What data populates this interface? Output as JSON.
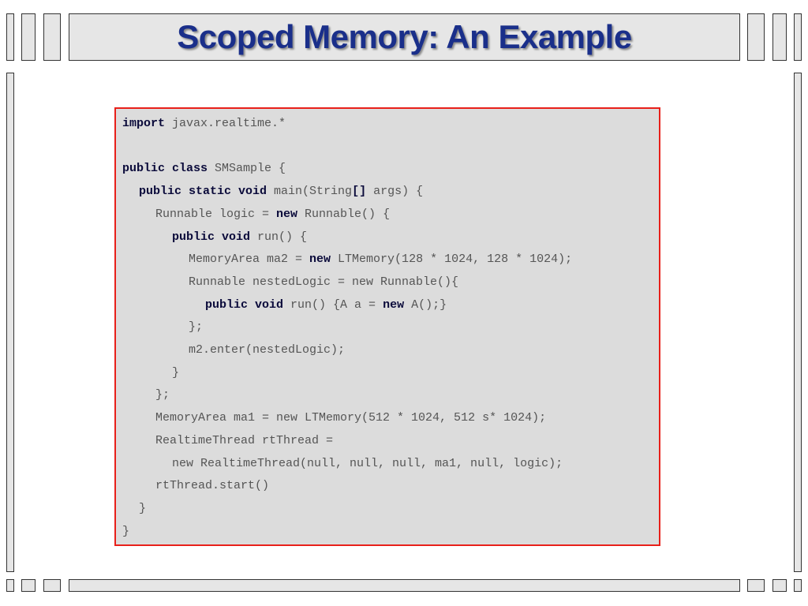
{
  "title": "Scoped Memory: An Example",
  "accent_colors": {
    "title": "#1a2f8a",
    "code_border": "#e8201a",
    "code_bg": "#dcdcdc"
  },
  "code_lines": [
    {
      "indent": 0,
      "segments": [
        {
          "t": "import",
          "kw": true
        },
        {
          "t": " javax.realtime.*"
        }
      ]
    },
    {
      "indent": 0,
      "segments": []
    },
    {
      "indent": 0,
      "segments": [
        {
          "t": "public class",
          "kw": true
        },
        {
          "t": " SMSample {"
        }
      ]
    },
    {
      "indent": 1,
      "segments": [
        {
          "t": "public static void",
          "kw": true
        },
        {
          "t": " main(String"
        },
        {
          "t": "[]",
          "kw": true
        },
        {
          "t": " args) {"
        }
      ]
    },
    {
      "indent": 2,
      "segments": [
        {
          "t": "Runnable logic = "
        },
        {
          "t": "new",
          "kw": true
        },
        {
          "t": " Runnable() {"
        }
      ]
    },
    {
      "indent": 3,
      "segments": [
        {
          "t": "public void",
          "kw": true
        },
        {
          "t": " run() {"
        }
      ]
    },
    {
      "indent": 4,
      "segments": [
        {
          "t": "MemoryArea ma2 = "
        },
        {
          "t": "new",
          "kw": true
        },
        {
          "t": " LTMemory(128 * 1024, 128 * 1024);"
        }
      ]
    },
    {
      "indent": 4,
      "segments": [
        {
          "t": "Runnable nestedLogic = new Runnable(){"
        }
      ]
    },
    {
      "indent": 5,
      "segments": [
        {
          "t": "public void",
          "kw": true
        },
        {
          "t": " run() {A a = "
        },
        {
          "t": "new",
          "kw": true
        },
        {
          "t": " A();}"
        }
      ]
    },
    {
      "indent": 4,
      "segments": [
        {
          "t": "};"
        }
      ]
    },
    {
      "indent": 4,
      "segments": [
        {
          "t": "m2.enter(nestedLogic);"
        }
      ]
    },
    {
      "indent": 3,
      "segments": [
        {
          "t": "}"
        }
      ]
    },
    {
      "indent": 2,
      "segments": [
        {
          "t": "};"
        }
      ]
    },
    {
      "indent": 2,
      "segments": [
        {
          "t": "MemoryArea ma1 = new LTMemory(512 * 1024, 512 s* 1024);"
        }
      ]
    },
    {
      "indent": 2,
      "segments": [
        {
          "t": "RealtimeThread rtThread ="
        }
      ]
    },
    {
      "indent": 3,
      "segments": [
        {
          "t": "new RealtimeThread(null, null, null, ma1, null, logic);"
        }
      ]
    },
    {
      "indent": 2,
      "segments": [
        {
          "t": "rtThread.start()"
        }
      ]
    },
    {
      "indent": 1,
      "segments": [
        {
          "t": "}"
        }
      ]
    },
    {
      "indent": 0,
      "segments": [
        {
          "t": "}"
        }
      ]
    }
  ]
}
